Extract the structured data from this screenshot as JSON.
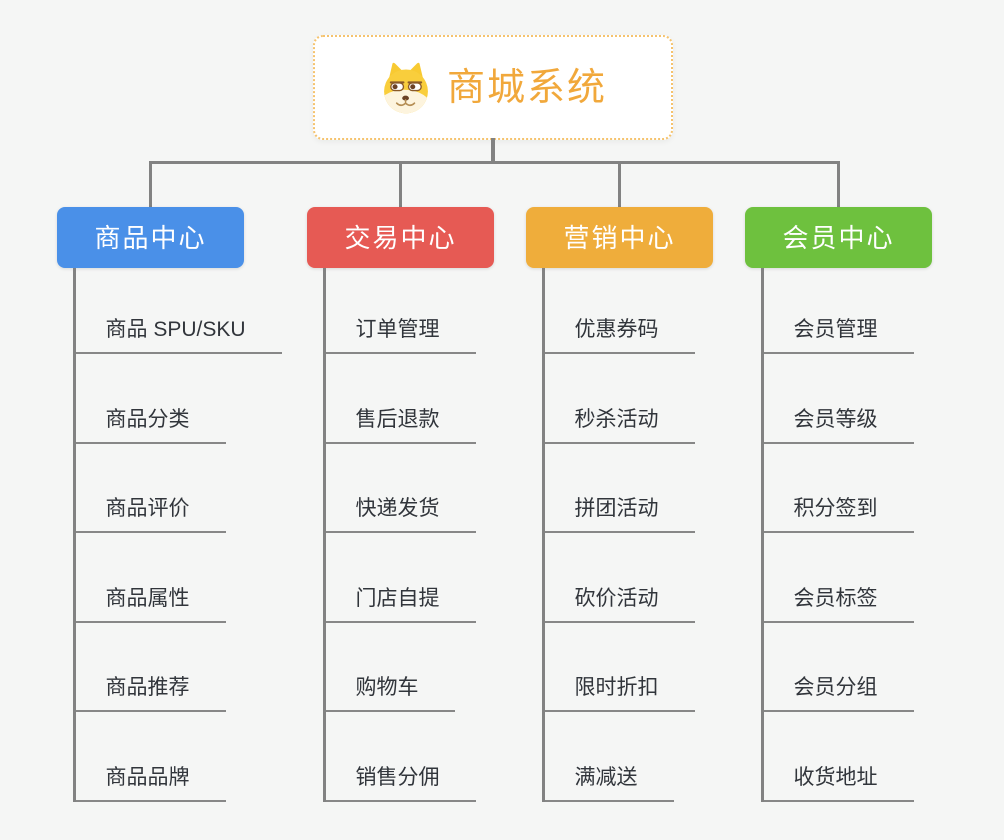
{
  "canvas": {
    "background": "#f5f6f5",
    "line_color": "#828282",
    "child_text_color": "#31353b"
  },
  "root": {
    "title": "商城系统",
    "icon": "doge-icon",
    "text_color": "#f1a83b",
    "border_color": "#f5c36e",
    "background": "#ffffff"
  },
  "branches": [
    {
      "label": "商品中心",
      "color": "#4a90e8",
      "children": [
        "商品 SPU/SKU",
        "商品分类",
        "商品评价",
        "商品属性",
        "商品推荐",
        "商品品牌"
      ]
    },
    {
      "label": "交易中心",
      "color": "#e65a54",
      "children": [
        "订单管理",
        "售后退款",
        "快递发货",
        "门店自提",
        "购物车",
        "销售分佣"
      ]
    },
    {
      "label": "营销中心",
      "color": "#efad3b",
      "children": [
        "优惠券码",
        "秒杀活动",
        "拼团活动",
        "砍价活动",
        "限时折扣",
        "满减送"
      ]
    },
    {
      "label": "会员中心",
      "color": "#6ec13e",
      "children": [
        "会员管理",
        "会员等级",
        "积分签到",
        "会员标签",
        "会员分组",
        "收货地址"
      ]
    }
  ]
}
